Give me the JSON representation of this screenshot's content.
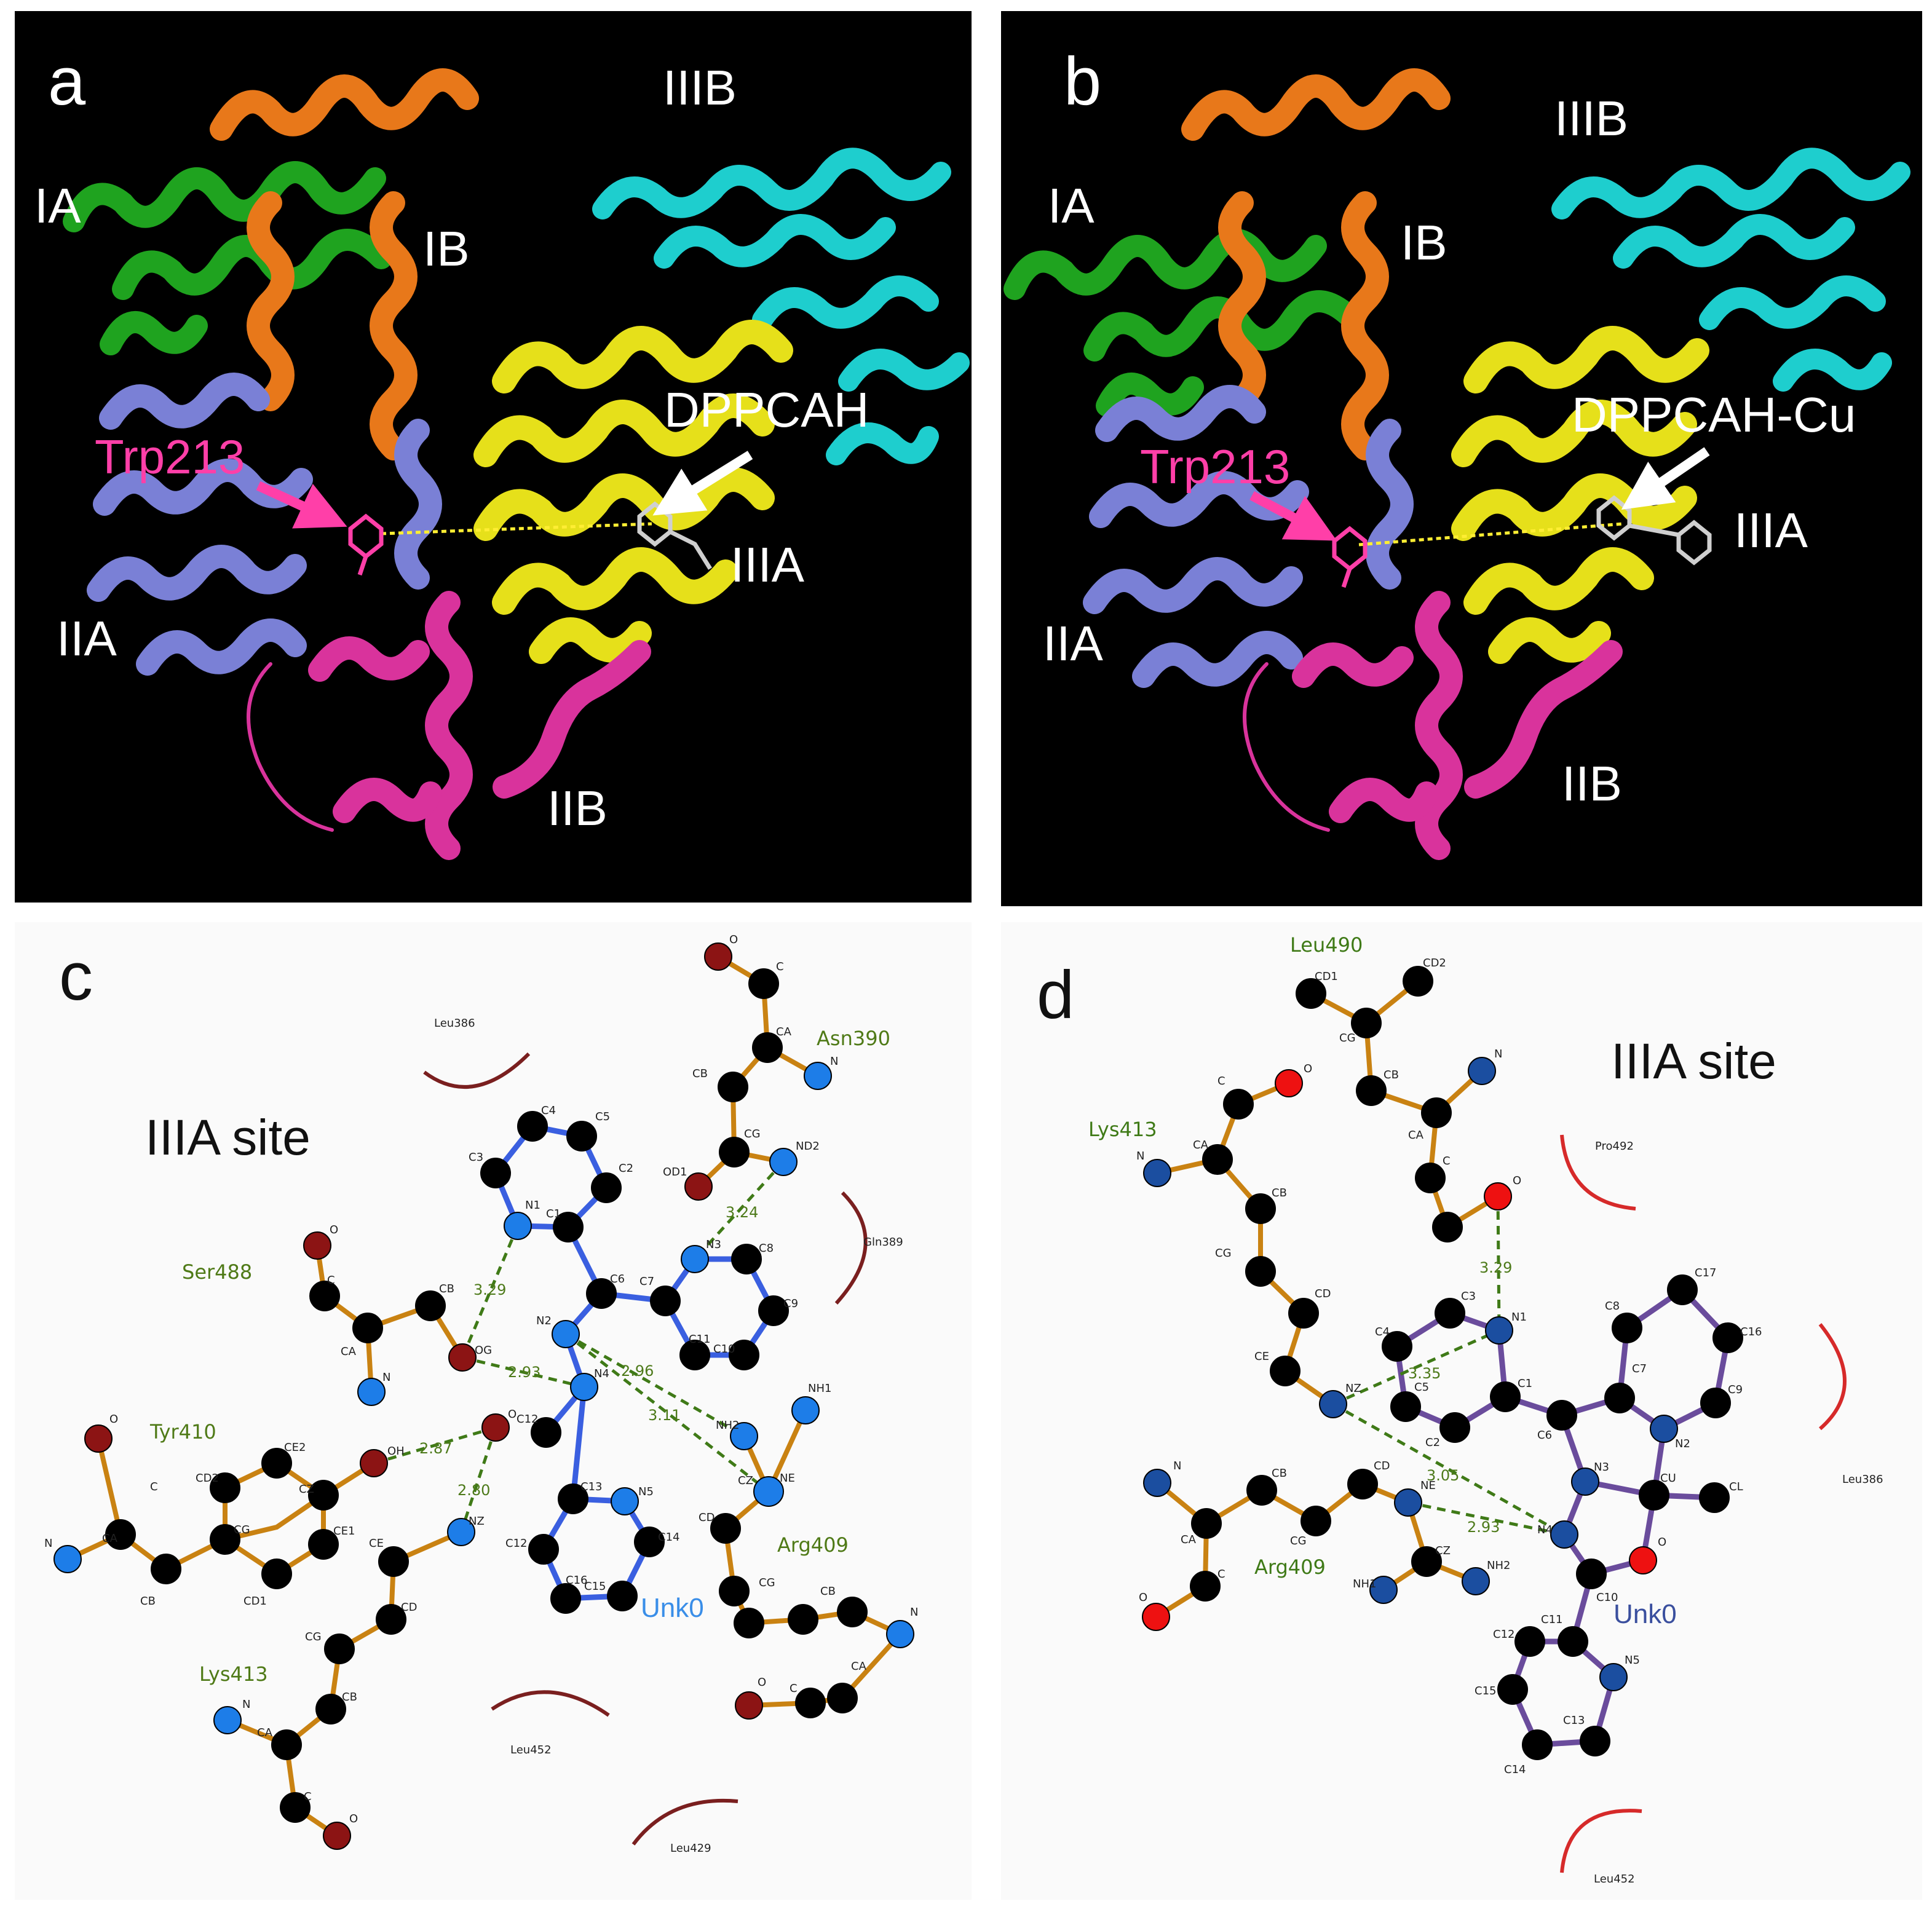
{
  "colors": {
    "domain_IA": "#1fa31f",
    "domain_IB": "#e8781a",
    "domain_IIA": "#7a80d6",
    "domain_IIB": "#d9339c",
    "domain_IIIA": "#e6e01a",
    "domain_IIIB": "#1ecece",
    "trp_label": "#ff3fa8",
    "site_text": "#111111",
    "residue_name_c": "#4f7a17",
    "residue_name_d": "#3f7a17",
    "ligand_bond_c": "#3a5fe0",
    "ligand_bond_d": "#6a4c9c",
    "ligand_label_c": "#3a8ee8",
    "ligand_label_d": "#3a4f9e",
    "hydrophobic_c": "#7a1f1f",
    "hydrophobic_d": "#d62a2a",
    "hbond": "#3f7a17"
  },
  "panel_a": {
    "letter": "a",
    "domains": [
      "IA",
      "IB",
      "IIA",
      "IIB",
      "IIIA",
      "IIIB"
    ],
    "residue": "Trp213",
    "ligand": "DPPCAH"
  },
  "panel_b": {
    "letter": "b",
    "domains": [
      "IA",
      "IB",
      "IIA",
      "IIB",
      "IIIA",
      "IIIB"
    ],
    "residue": "Trp213",
    "ligand": "DPPCAH-Cu"
  },
  "panel_c": {
    "letter": "c",
    "site": "IIIA site",
    "ligand": "Unk0",
    "residues": [
      "Asn390",
      "Ser488",
      "Tyr410",
      "Lys413",
      "Arg409"
    ],
    "hydrophobic": [
      "Leu386",
      "Gln389",
      "Leu452",
      "Leu429"
    ],
    "distances": [
      "3.24",
      "3.29",
      "2.93",
      "2.96",
      "3.11",
      "2.87",
      "2.80"
    ],
    "ligand_atoms": [
      "C4",
      "C5",
      "C3",
      "C2",
      "N1",
      "C1",
      "C6",
      "C7",
      "N3",
      "C8",
      "C9",
      "C10",
      "C11",
      "N2",
      "N4",
      "C12",
      "O",
      "C13",
      "N5",
      "C14",
      "C16",
      "C15",
      "C12"
    ],
    "residue_atoms": [
      "O",
      "C",
      "CA",
      "CB",
      "CG",
      "OD1",
      "ND2",
      "N",
      "OG",
      "CB",
      "CA",
      "N",
      "C",
      "O",
      "OH",
      "CE2",
      "CE1",
      "CZ",
      "CD2",
      "CG",
      "CD1",
      "CB",
      "CA",
      "N",
      "C",
      "O",
      "NZ",
      "CE",
      "CD",
      "CG",
      "CB",
      "CA",
      "N",
      "C",
      "O",
      "NH1",
      "NH2",
      "CZ",
      "NE",
      "CD",
      "CG",
      "CB",
      "CA",
      "N",
      "C",
      "O"
    ]
  },
  "panel_d": {
    "letter": "d",
    "site": "IIIA site",
    "ligand": "Unk0",
    "residues": [
      "Leu490",
      "Lys413",
      "Arg409"
    ],
    "hydrophobic": [
      "Pro492",
      "Leu386",
      "Leu452"
    ],
    "distances": [
      "3.29",
      "3.35",
      "3.05",
      "2.93"
    ],
    "ligand_atoms": [
      "C3",
      "C4",
      "N1",
      "C5",
      "C1",
      "C2",
      "C6",
      "C7",
      "C8",
      "C17",
      "C16",
      "C9",
      "N2",
      "N3",
      "CU",
      "CL",
      "N4",
      "C10",
      "O",
      "C11",
      "C12",
      "N5",
      "C15",
      "C13",
      "C14"
    ],
    "residue_atoms": [
      "CD1",
      "CD2",
      "CG",
      "CB",
      "N",
      "CA",
      "C",
      "O",
      "C",
      "O",
      "CA",
      "N",
      "CB",
      "CG",
      "CD",
      "CE",
      "NZ",
      "N",
      "CA",
      "C",
      "O",
      "CB",
      "CG",
      "CD",
      "NE",
      "CZ",
      "NH1",
      "NH2"
    ]
  }
}
